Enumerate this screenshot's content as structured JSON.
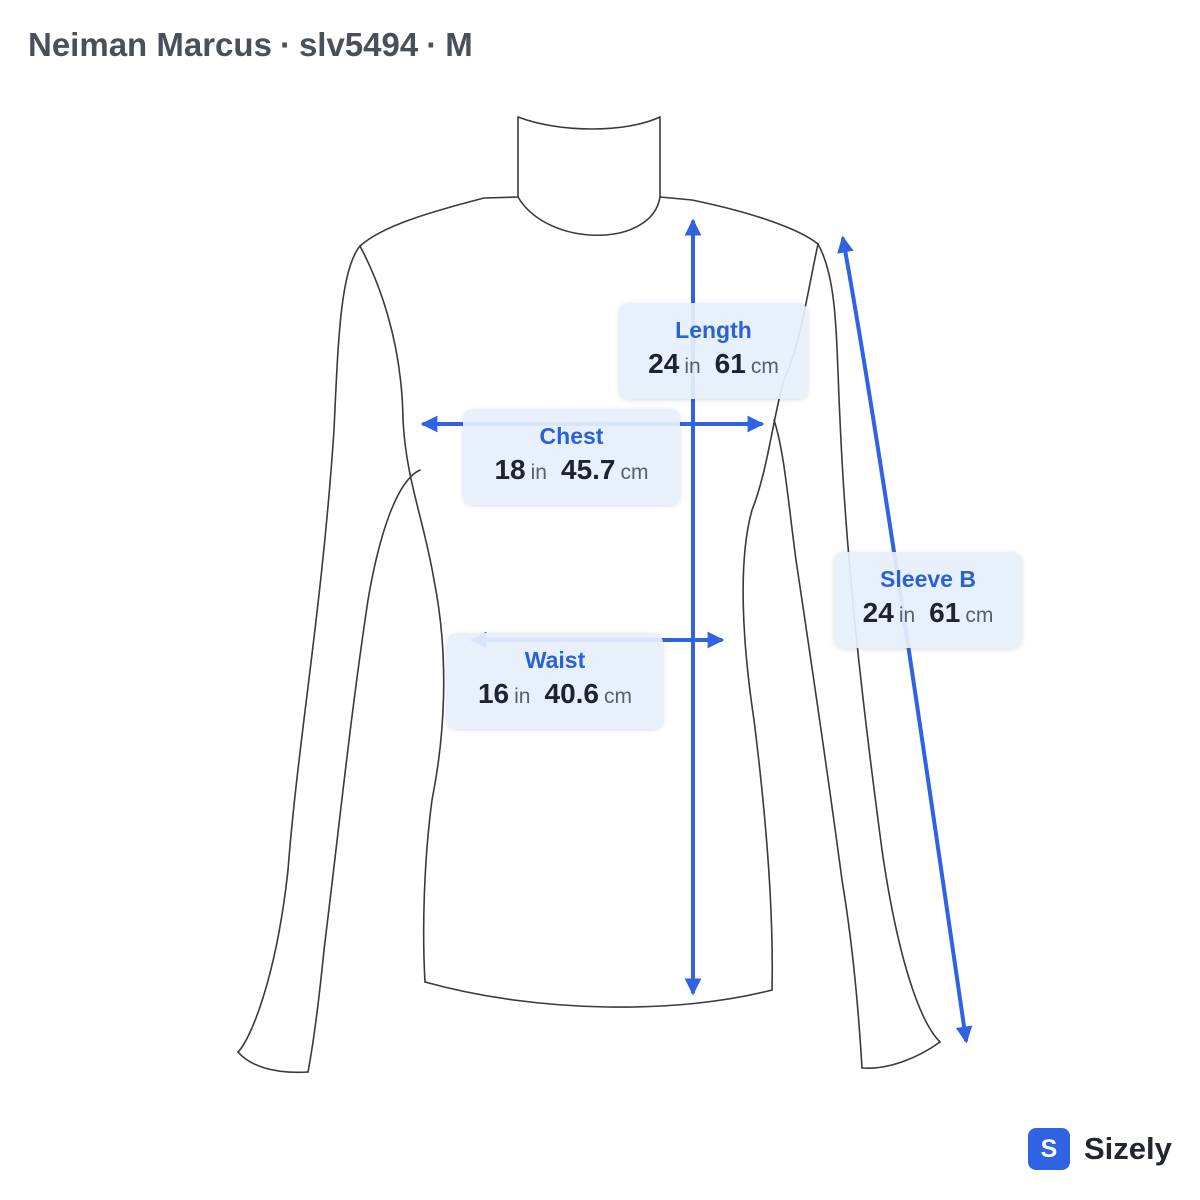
{
  "header": {
    "brand": "Neiman Marcus",
    "separator": "·",
    "sku": "slv5494",
    "size": "M"
  },
  "garment": {
    "type_icon": "turtleneck-long-sleeve-top-outline"
  },
  "measurements": [
    {
      "name": "Length",
      "inches": "24",
      "in_unit": "in",
      "cm": "61",
      "cm_unit": "cm"
    },
    {
      "name": "Chest",
      "inches": "18",
      "in_unit": "in",
      "cm": "45.7",
      "cm_unit": "cm"
    },
    {
      "name": "Waist",
      "inches": "16",
      "in_unit": "in",
      "cm": "40.6",
      "cm_unit": "cm"
    },
    {
      "name": "Sleeve B",
      "inches": "24",
      "in_unit": "in",
      "cm": "61",
      "cm_unit": "cm"
    }
  ],
  "footer": {
    "badge_letter": "S",
    "brand": "Sizely"
  },
  "colors": {
    "accent": "#2f63e3",
    "label_bg": "#e6effc",
    "outline": "#3a3a3a",
    "title": "#4a505a"
  }
}
